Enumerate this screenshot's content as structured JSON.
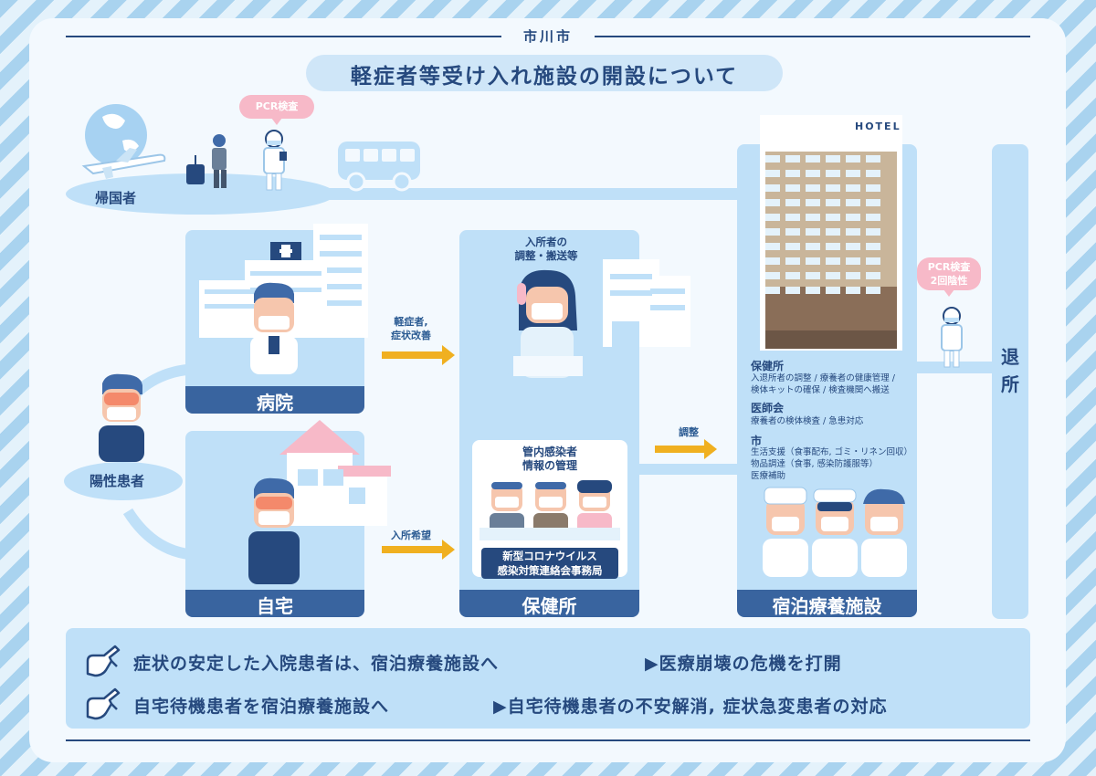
{
  "city": "市川市",
  "title": "軽症者等受け入れ施設の開設について",
  "returnee": {
    "label": "帰国者",
    "pcr_bubble": "PCR検査"
  },
  "positive_patient": {
    "label": "陽性患者"
  },
  "hospital": {
    "label": "病院"
  },
  "home": {
    "label": "自宅"
  },
  "health_center": {
    "label": "保健所",
    "coordination": "入所者の\n調整・搬送等",
    "info_management": "管内感染者\n情報の管理",
    "office": "新型コロナウイルス\n感染対策連絡会事務局"
  },
  "arrows": {
    "hospital_to_hc": "軽症者,\n症状改善",
    "home_to_hc": "入所希望",
    "hc_to_facility": "調整"
  },
  "hotel_sign": "HOTEL",
  "facility": {
    "label": "宿泊療養施設",
    "hc_head": "保健所",
    "hc_text": "入退所者の調整 / 療養者の健康管理 /\n検体キットの確保 / 検査機関へ搬送",
    "med_head": "医師会",
    "med_text": "療養者の検体検査 / 急患対応",
    "city_head": "市",
    "city_text": "生活支援（食事配布, ゴミ・リネン回収）\n物品調達（食事, 感染防護服等）\n医療補助"
  },
  "discharge": {
    "pcr_bubble": "PCR検査\n2回陰性",
    "label": "退\n所"
  },
  "bottom": {
    "row1_main": "症状の安定した入院患者は、宿泊療養施設へ",
    "row1_result": "▶医療崩壊の危機を打開",
    "row2_main": "自宅待機患者を宿泊療養施設へ",
    "row2_result": "▶自宅待機患者の不安解消, 症状急変患者の対応"
  },
  "colors": {
    "navy": "#26497e",
    "bar": "#39649f",
    "light_blue": "#bfe0f8",
    "arrow": "#f0b020",
    "pink": "#f7b9c8"
  }
}
